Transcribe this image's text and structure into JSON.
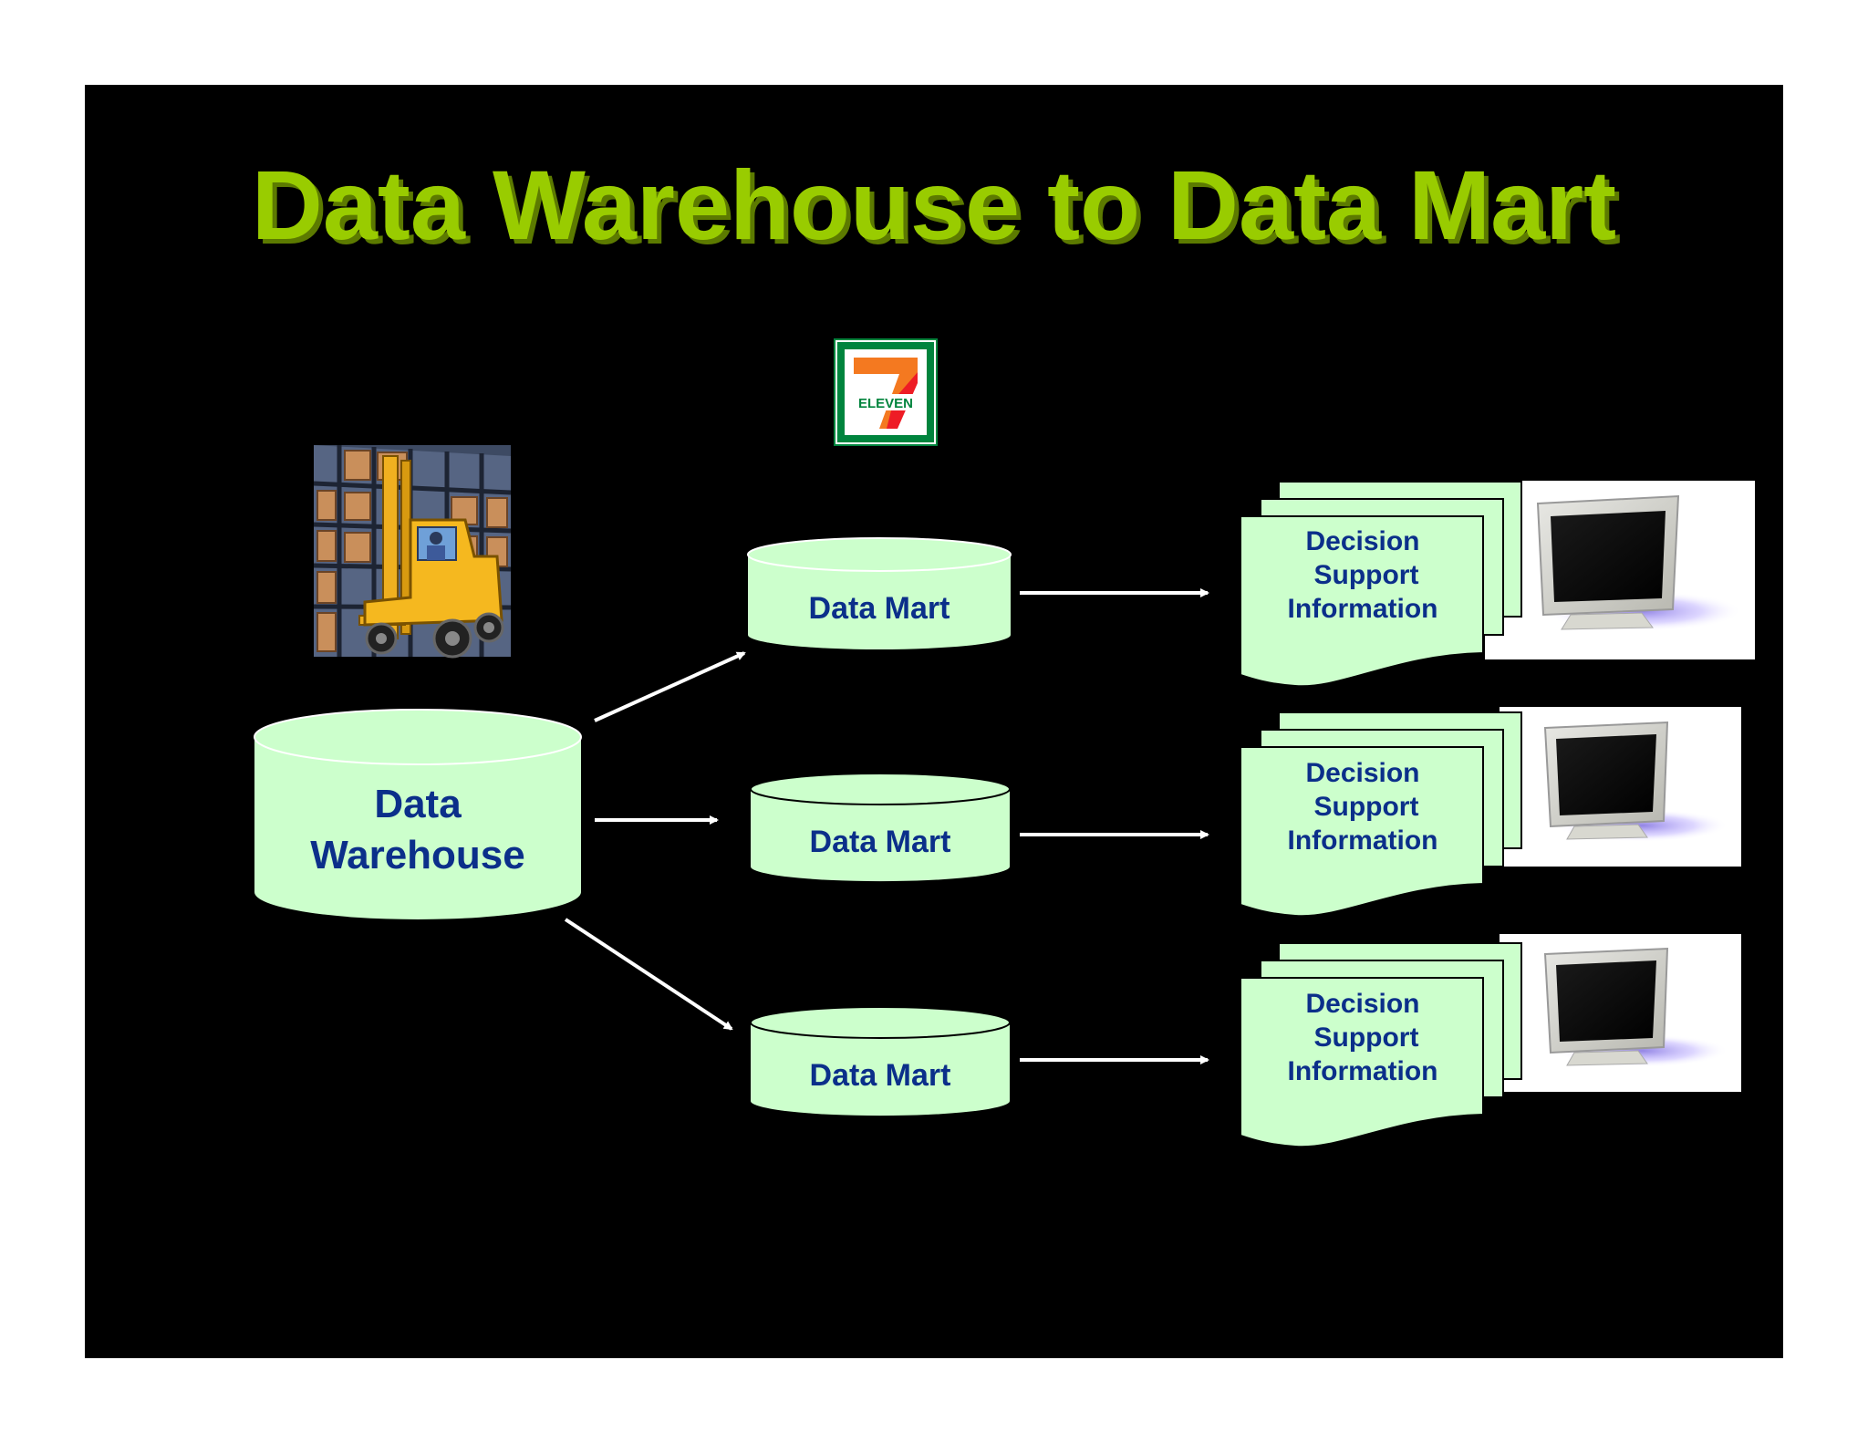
{
  "slide": {
    "title": "Data Warehouse to Data Mart",
    "logo_text": "ELEVEN",
    "logo_number": "7"
  },
  "warehouse": {
    "label_line1": "Data",
    "label_line2": "Warehouse"
  },
  "data_marts": [
    {
      "label": "Data Mart"
    },
    {
      "label": "Data Mart"
    },
    {
      "label": "Data Mart"
    }
  ],
  "decision_support": [
    {
      "line1": "Decision",
      "line2": "Support",
      "line3": "Information"
    },
    {
      "line1": "Decision",
      "line2": "Support",
      "line3": "Information"
    },
    {
      "line1": "Decision",
      "line2": "Support",
      "line3": "Information"
    }
  ],
  "colors": {
    "background": "#000000",
    "title": "#99cc00",
    "shape_fill": "#ccffcc",
    "label_text": "#0b2f8a",
    "arrow": "#ffffff",
    "logo_green": "#00843d",
    "logo_orange": "#f47920",
    "logo_red": "#ee1c25"
  },
  "icons": [
    "forklift-warehouse-icon",
    "seven-eleven-logo",
    "computer-monitor-icon"
  ]
}
